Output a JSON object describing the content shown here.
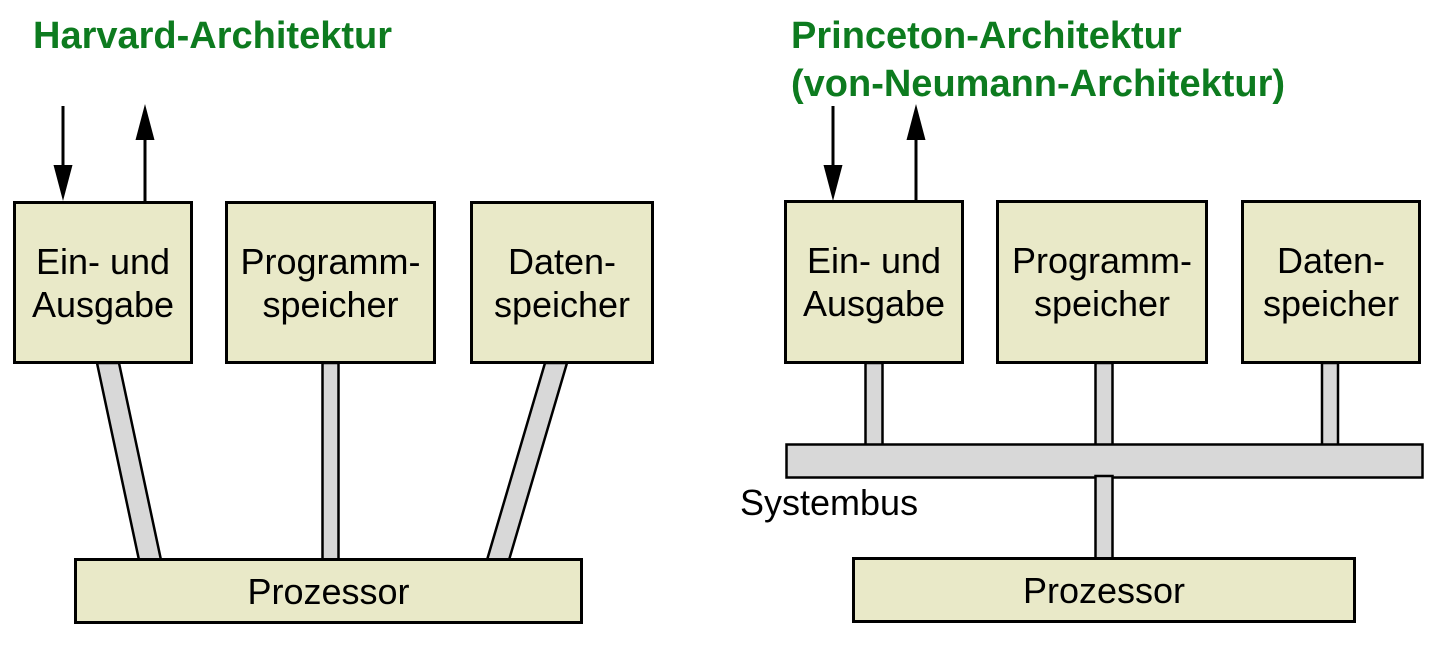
{
  "colors": {
    "title_green": "#0d7b1f",
    "box_fill": "#e9e9c8",
    "bus_fill": "#d8d8d8",
    "outline": "#000000",
    "background": "#ffffff"
  },
  "harvard": {
    "title": "Harvard-Architektur",
    "boxes": [
      {
        "line1": "Ein- und",
        "line2": "Ausgabe"
      },
      {
        "line1": "Programm-",
        "line2": "speicher"
      },
      {
        "line1": "Daten-",
        "line2": "speicher"
      }
    ],
    "processor_label": "Prozessor"
  },
  "princeton": {
    "title_line1": "Princeton-Architektur",
    "title_line2": "(von-Neumann-Architektur)",
    "boxes": [
      {
        "line1": "Ein- und",
        "line2": "Ausgabe"
      },
      {
        "line1": "Programm-",
        "line2": "speicher"
      },
      {
        "line1": "Daten-",
        "line2": "speicher"
      }
    ],
    "bus_label": "Systembus",
    "processor_label": "Prozessor"
  }
}
